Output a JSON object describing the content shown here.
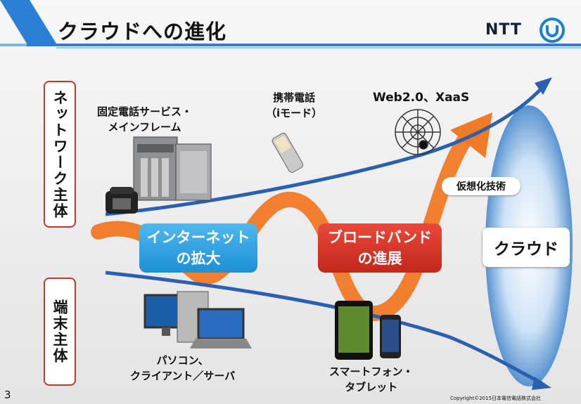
{
  "title": "クラウドへの進化",
  "logo": "NTT",
  "labels": {
    "network": "ネットワーク主体",
    "device": "端末主体"
  },
  "captions": {
    "landline": "固定電話サービス・\nメインフレーム",
    "mobile": "携帯電話\n（iモード）",
    "web": "Web2.0、XaaS",
    "pc": "パソコン、\nクライアント／サーバ",
    "smartphone": "スマートフォン・\nタブレット"
  },
  "pills": {
    "internet": "インターネット\nの拡大",
    "broadband": "ブロードバンド\nの進展",
    "virtualization": "仮想化技術",
    "cloud": "クラウド"
  },
  "page_number": "3",
  "copyright": "Copyright©2015日本電信電話株式会社",
  "colors": {
    "accent_blue": "#2b5fb0",
    "wave_orange": "#f07a25",
    "label_border": "#c0392b",
    "pill_blue": "#1d8fd6",
    "pill_red": "#c3261b"
  }
}
